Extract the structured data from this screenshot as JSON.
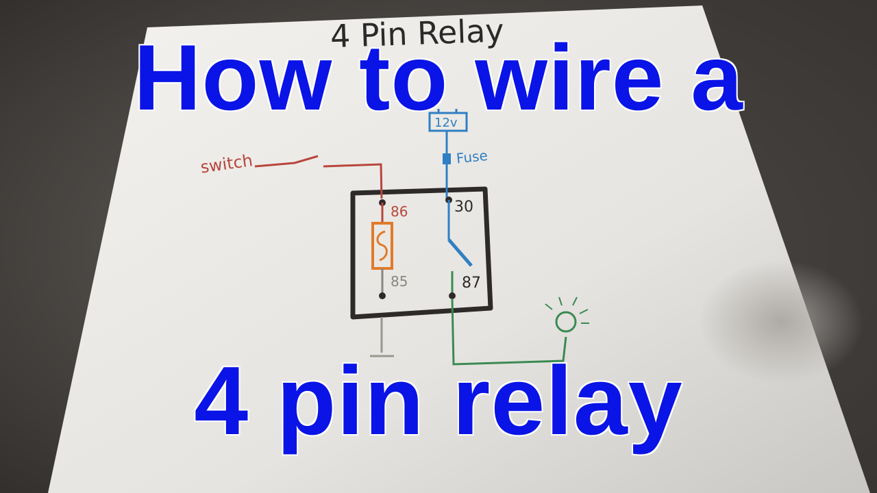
{
  "paper": {
    "title": "4 Pin Relay",
    "labels": {
      "battery": "12v",
      "fuse": "Fuse",
      "switch": "switch",
      "pin86": "86",
      "pin85": "85",
      "pin30": "30",
      "pin87": "87"
    }
  },
  "overlay": {
    "line1": "How to wire a",
    "line2": "4 pin relay"
  },
  "colors": {
    "overlay_text": "#0a14e6",
    "overlay_outline": "#ffffff",
    "relay_box": "#2e2a2a",
    "switch_wire": "#b8463c",
    "fuse_wire": "#2f7fc4",
    "output_wire": "#3a8a52",
    "coil": "#e07a2a"
  }
}
